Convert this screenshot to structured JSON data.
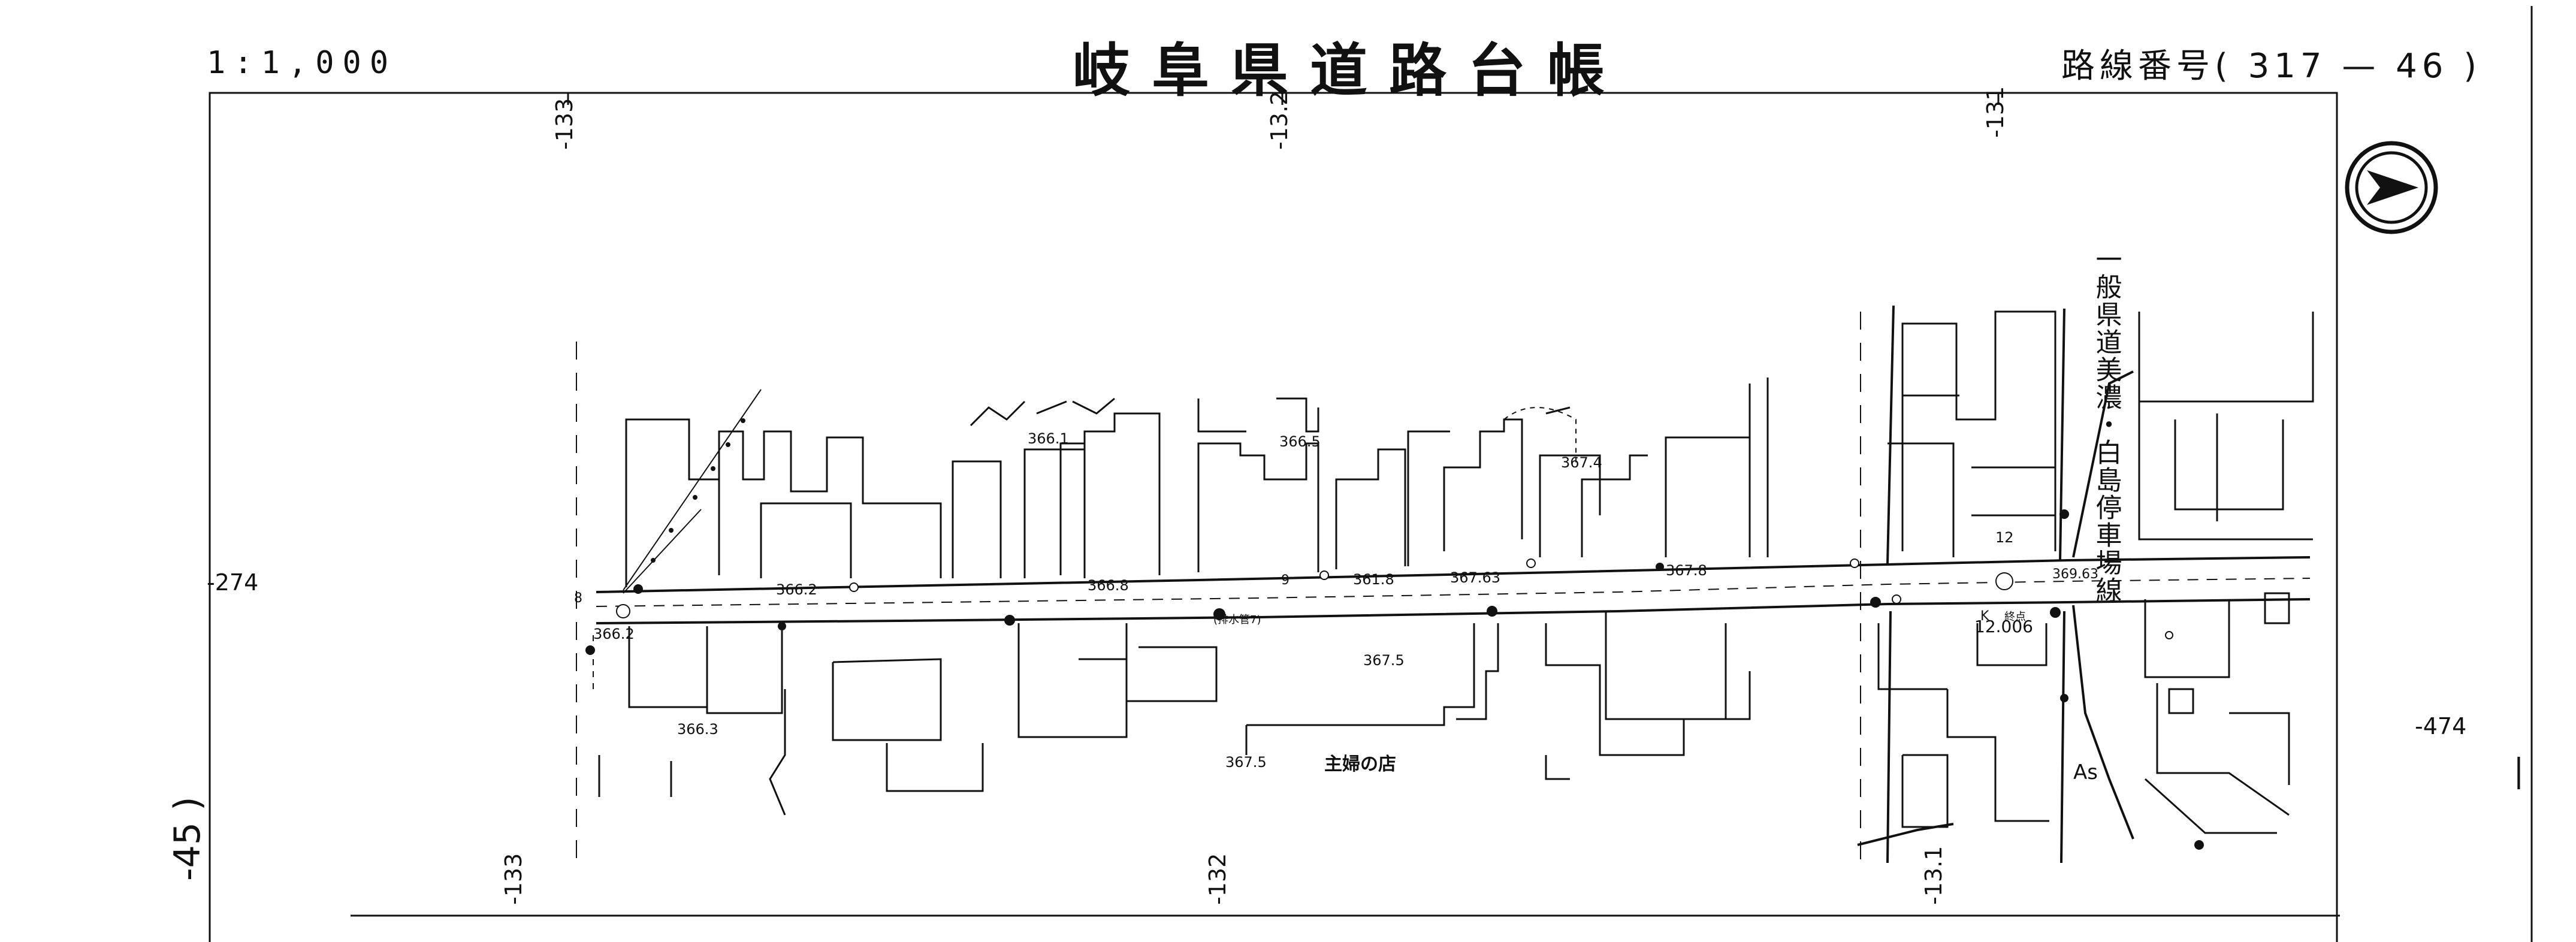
{
  "header": {
    "scale": "1:1,000",
    "title": "岐阜県道路台帳",
    "route_number": "路線番号( 317 — 46 )"
  },
  "grid_labels": {
    "top": [
      "-133",
      "-13.2",
      "-131"
    ],
    "bottom": [
      "-133",
      "-132",
      "-13.1"
    ],
    "left": "-274",
    "right": "-474"
  },
  "margin": {
    "sheet_number": "-45 )",
    "right_mark": "—"
  },
  "icons": {
    "north_arrow": "compass-north-arrow-icon"
  },
  "map_labels": {
    "crossing_road": "一般県道美濃・白島停車場線",
    "shop": "主婦の店",
    "pavement": "As",
    "station_k": "K",
    "station_end": "終点",
    "distance": "12.006",
    "station_12": "12",
    "pipe_note": "(排水管7)",
    "row_markers": [
      "8",
      "9"
    ]
  },
  "elevations": {
    "e1": "366.1",
    "e2": "366.5",
    "e3": "367.4",
    "e4": "366.2",
    "e5": "366.8",
    "e6": "361.8",
    "e7": "367.63",
    "e8": "367.8",
    "e9": "369.63",
    "e10": "366.2",
    "e11": "367.5",
    "e12": "366.3",
    "e13": "367.5"
  },
  "colors": {
    "ink": "#111111",
    "paper": "#ffffff"
  }
}
